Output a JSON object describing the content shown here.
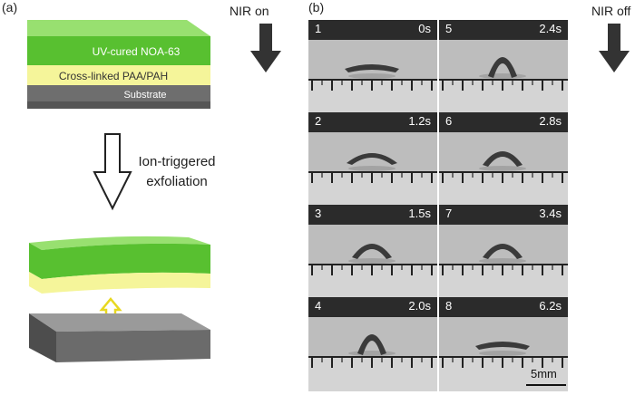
{
  "panel_a": {
    "label": "(a)",
    "layers": {
      "top": "UV-cured NOA-63",
      "middle": "Cross-linked PAA/PAH",
      "bottom": "Substrate"
    },
    "process_label": [
      "Ion-triggered",
      "exfoliation"
    ],
    "colors": {
      "green": "#6ccc3c",
      "yellow": "#f5f59a",
      "substrate": "#7c7c7c",
      "arrow_up": "#f0e030"
    }
  },
  "panel_b": {
    "label": "(b)",
    "nir_on": "NIR on",
    "nir_off": "NIR off",
    "scale_bar": "5mm",
    "frames": [
      {
        "num": "1",
        "time": "0s",
        "shape": "flat"
      },
      {
        "num": "2",
        "time": "1.2s",
        "shape": "arch-low"
      },
      {
        "num": "3",
        "time": "1.5s",
        "shape": "arch-mid"
      },
      {
        "num": "4",
        "time": "2.0s",
        "shape": "arch-high"
      },
      {
        "num": "5",
        "time": "2.4s",
        "shape": "arch-high"
      },
      {
        "num": "6",
        "time": "2.8s",
        "shape": "arch-mid"
      },
      {
        "num": "7",
        "time": "3.4s",
        "shape": "arch-mid"
      },
      {
        "num": "8",
        "time": "6.2s",
        "shape": "flat"
      }
    ]
  }
}
